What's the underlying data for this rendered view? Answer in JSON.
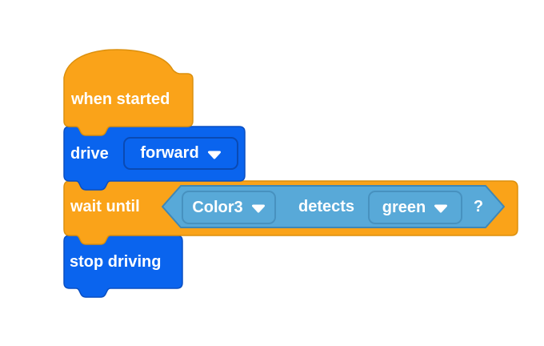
{
  "workspace": {
    "background": "#FFFFFF"
  },
  "colors": {
    "event_orange": "#FAA319",
    "event_orange_border": "#DC900D",
    "drivetrain_blue": "#0A64EE",
    "drivetrain_blue_border": "#0A4FC2",
    "blue_dropdown_border": "#0A4AB4",
    "sensing_hexagon_fill": "#58A9D8",
    "sensing_hexagon_border": "#3F87B5",
    "sensing_dropdown_border": "#4791BF",
    "label_text": "#FFFFFF"
  },
  "icons": {
    "dropdown_caret": "triangle-down"
  },
  "blocks": {
    "when_started": {
      "label": "when started"
    },
    "drive": {
      "label": "drive",
      "direction_dropdown": {
        "value": "forward"
      }
    },
    "wait_until": {
      "label": "wait until",
      "condition": {
        "sensor_dropdown": {
          "value": "Color3"
        },
        "verb_label": "detects",
        "color_dropdown": {
          "value": "green"
        },
        "question_label": "?"
      }
    },
    "stop_driving": {
      "label": "stop driving"
    }
  }
}
